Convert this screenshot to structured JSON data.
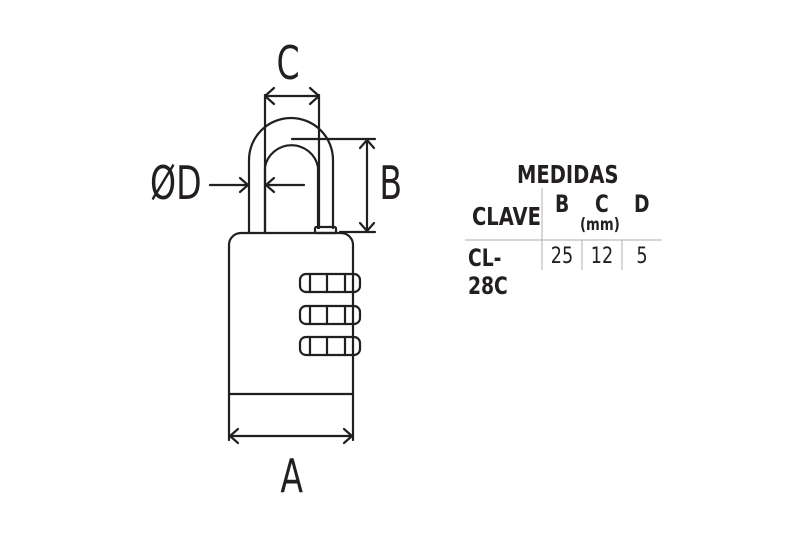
{
  "diagram": {
    "subject": "combination padlock",
    "labels": {
      "C": "C",
      "B": "B",
      "D": "ØD",
      "A": "A"
    },
    "stroke_color": "#231f20",
    "background": "#ffffff"
  },
  "table": {
    "title": "MEDIDAS",
    "key_header": "CLAVE",
    "columns": [
      "B",
      "C",
      "D"
    ],
    "unit": "(mm)",
    "rows": [
      {
        "clave": "CL-28C",
        "values": [
          "25",
          "12",
          "5"
        ]
      }
    ]
  }
}
